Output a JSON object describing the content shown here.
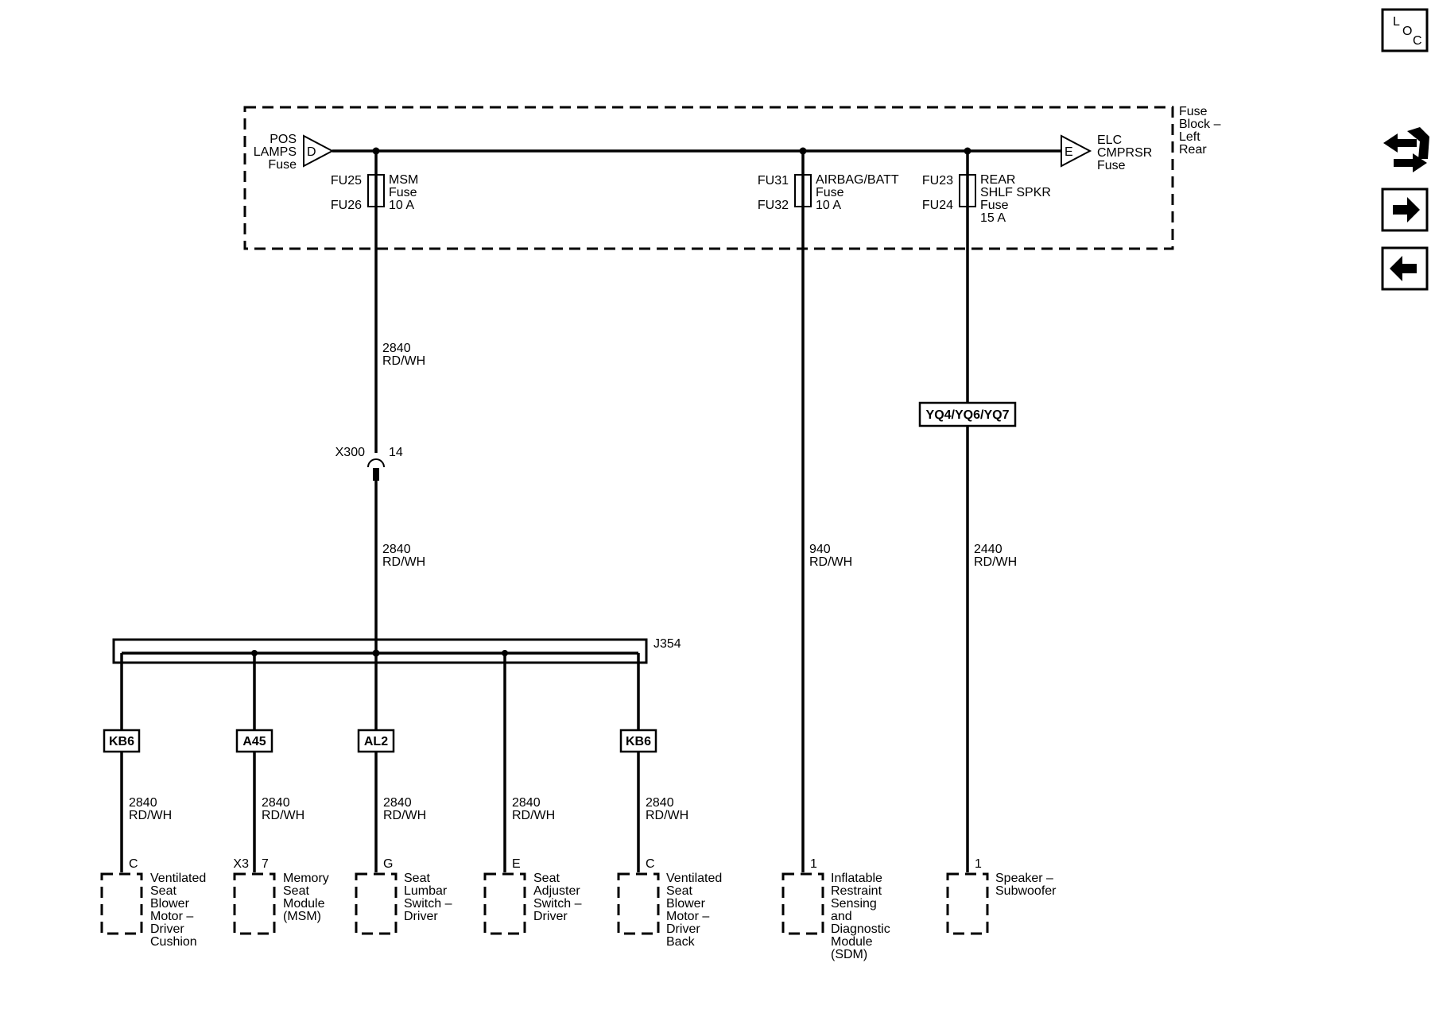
{
  "fuse_block": {
    "label_lines": [
      "Fuse",
      "Block –",
      "Left",
      "Rear"
    ],
    "left_feed": {
      "lines": [
        "POS",
        "LAMPS",
        "Fuse"
      ],
      "letter": "D"
    },
    "right_feed": {
      "lines": [
        "ELC",
        "CMPRSR",
        "Fuse"
      ],
      "letter": "E"
    },
    "fuses": [
      {
        "top_id": "FU25",
        "bottom_id": "FU26",
        "name_lines": [
          "MSM",
          "Fuse",
          "10 A"
        ]
      },
      {
        "top_id": "FU31",
        "bottom_id": "FU32",
        "name_lines": [
          "AIRBAG/BATT",
          "Fuse",
          "10 A"
        ]
      },
      {
        "top_id": "FU23",
        "bottom_id": "FU24",
        "name_lines": [
          "REAR",
          "SHLF SPKR",
          "Fuse",
          "15 A"
        ]
      }
    ]
  },
  "circuits": {
    "msm_upper": [
      "2840",
      "RD/WH"
    ],
    "msm_lower": [
      "2840",
      "RD/WH"
    ],
    "sdm": [
      "940",
      "RD/WH"
    ],
    "speaker": [
      "2440",
      "RD/WH"
    ]
  },
  "connector_x300": {
    "name": "X300",
    "pin": "14"
  },
  "option_box_speaker": "YQ4/YQ6/YQ7",
  "splice": "J354",
  "branches": [
    {
      "option": "KB6",
      "circuit": [
        "2840",
        "RD/WH"
      ],
      "pin": "C",
      "connector": "",
      "component_lines": [
        "Ventilated",
        "Seat",
        "Blower",
        "Motor –",
        "Driver",
        "Cushion"
      ]
    },
    {
      "option": "A45",
      "circuit": [
        "2840",
        "RD/WH"
      ],
      "pin": "7",
      "connector": "X3",
      "component_lines": [
        "Memory",
        "Seat",
        "Module",
        "(MSM)"
      ]
    },
    {
      "option": "AL2",
      "circuit": [
        "2840",
        "RD/WH"
      ],
      "pin": "G",
      "connector": "",
      "component_lines": [
        "Seat",
        "Lumbar",
        "Switch –",
        "Driver"
      ]
    },
    {
      "option": "",
      "circuit": [
        "2840",
        "RD/WH"
      ],
      "pin": "E",
      "connector": "",
      "component_lines": [
        "Seat",
        "Adjuster",
        "Switch –",
        "Driver"
      ]
    },
    {
      "option": "KB6",
      "circuit": [
        "2840",
        "RD/WH"
      ],
      "pin": "C",
      "connector": "",
      "component_lines": [
        "Ventilated",
        "Seat",
        "Blower",
        "Motor –",
        "Driver",
        "Back"
      ]
    }
  ],
  "sdm_component": {
    "pin": "1",
    "lines": [
      "Inflatable",
      "Restraint",
      "Sensing",
      "and",
      "Diagnostic",
      "Module",
      "(SDM)"
    ]
  },
  "speaker_component": {
    "pin": "1",
    "lines": [
      "Speaker –",
      "Subwoofer"
    ]
  },
  "nav": {
    "loc_letters": [
      "L",
      "O",
      "C"
    ],
    "icons": [
      "connector-swap-icon",
      "arrow-right-icon",
      "arrow-left-icon"
    ]
  }
}
